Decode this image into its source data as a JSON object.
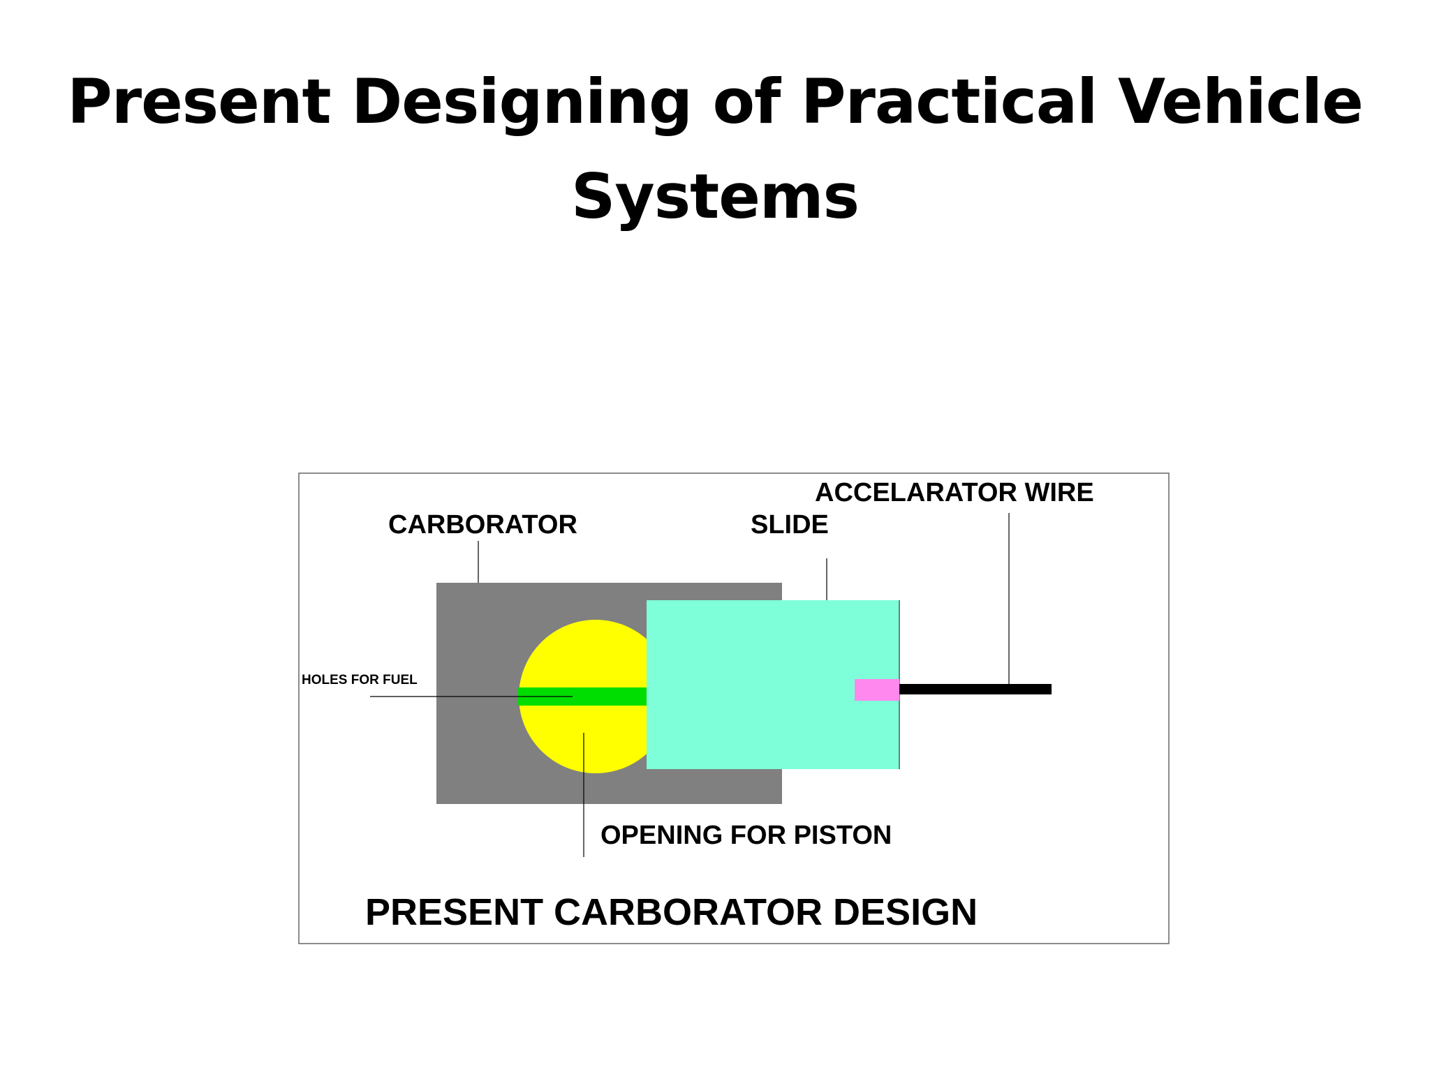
{
  "title": {
    "line1": "Present Designing of Practical Vehicle",
    "line2": "Systems"
  },
  "diagram": {
    "labels": {
      "carborator": "CARBORATOR",
      "slide": "SLIDE",
      "accelarator_wire": "ACCELARATOR WIRE",
      "holes_for_fuel": "HOLES FOR FUEL",
      "opening_for_piston": "OPENING FOR PISTON",
      "caption": "PRESENT CARBORATOR DESIGN"
    },
    "colors": {
      "carborator_body": "#808080",
      "piston_opening": "#ffff00",
      "fuel_holes": "#00dd00",
      "slide": "#7fffd9",
      "wire_connector": "#ff88ee",
      "wire": "#000000",
      "frame": "#666666"
    }
  }
}
